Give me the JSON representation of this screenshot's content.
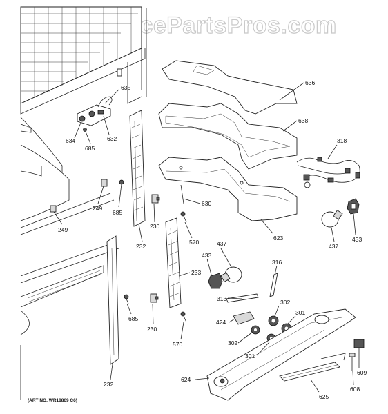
{
  "watermark": "AppliancePartsPros.com",
  "art_number": "(ART NO. WR18869 C6)",
  "callouts": [
    {
      "id": "c-636",
      "text": "636"
    },
    {
      "id": "c-635",
      "text": "635"
    },
    {
      "id": "c-638",
      "text": "638"
    },
    {
      "id": "c-318",
      "text": "318"
    },
    {
      "id": "c-634",
      "text": "634"
    },
    {
      "id": "c-632",
      "text": "632"
    },
    {
      "id": "c-685a",
      "text": "685"
    },
    {
      "id": "c-249a",
      "text": "249"
    },
    {
      "id": "c-685b",
      "text": "685"
    },
    {
      "id": "c-249b",
      "text": "249"
    },
    {
      "id": "c-230a",
      "text": "230"
    },
    {
      "id": "c-630",
      "text": "630"
    },
    {
      "id": "c-570a",
      "text": "570"
    },
    {
      "id": "c-232a",
      "text": "232"
    },
    {
      "id": "c-623",
      "text": "623"
    },
    {
      "id": "c-437a",
      "text": "437"
    },
    {
      "id": "c-433a",
      "text": "433"
    },
    {
      "id": "c-437b",
      "text": "437"
    },
    {
      "id": "c-433b",
      "text": "433"
    },
    {
      "id": "c-233",
      "text": "233"
    },
    {
      "id": "c-316",
      "text": "316"
    },
    {
      "id": "c-313",
      "text": "313"
    },
    {
      "id": "c-302a",
      "text": "302"
    },
    {
      "id": "c-301a",
      "text": "301"
    },
    {
      "id": "c-424",
      "text": "424"
    },
    {
      "id": "c-685c",
      "text": "685"
    },
    {
      "id": "c-230b",
      "text": "230"
    },
    {
      "id": "c-302b",
      "text": "302"
    },
    {
      "id": "c-301b",
      "text": "301"
    },
    {
      "id": "c-570b",
      "text": "570"
    },
    {
      "id": "c-609",
      "text": "609"
    },
    {
      "id": "c-624",
      "text": "624"
    },
    {
      "id": "c-608",
      "text": "608"
    },
    {
      "id": "c-232b",
      "text": "232"
    },
    {
      "id": "c-625",
      "text": "625"
    }
  ]
}
